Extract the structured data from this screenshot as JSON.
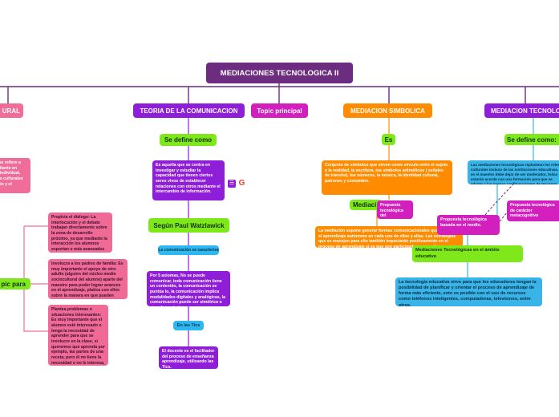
{
  "root": "MEDIACIONES TECNOLOGICA II",
  "branches": {
    "cultural_header": "URAL",
    "teoria_header": "TEORIA DE LA COMUNICACION",
    "topic_principal": "Topic principal",
    "simbolica_header": "MEDIACION SIMBOLICA",
    "tecnologica_header": "MEDIACION TECNOLOGI"
  },
  "left": {
    "text_1": "o se refiere a\nesitante en\nla individual,\nces culturales\nción y el",
    "topic_para": "pic para",
    "card_1": "Propicia el diálogo: La interlocución y el debate trabajan directamente sobre la zona de desarrollo próximo, ya que mediante la interacción los alumnos exportan o más avanzados comparten sus conocimientos con sus compañeros.",
    "card_2": "Involucra a los padres de familia: Es muy importante el apoyo de otro adulto (alguien del núcleo medio sociocultural del alumno) aparte del maestro para poder lograr avances en el aprendizaje, platica con ellos sobre la manera en que pueden proveer las \"ayudas\" a sus hijos, para que en sus apartes sean de un beneficio mayor.",
    "card_3": "Plantea problemas o situaciones interesantes: Es muy importante que el alumno esté interesado o tenga la necesidad de aprender para que se involucre en la clase, si queremos que aprenda por ejemplo, las partes de una receta, pero él no tiene la necesidad o no le interesa, va a ser muy difícil lograr que participe activamente."
  },
  "teoria": {
    "se_define": "Se define como",
    "definition": "Es aquella que se centra en investigar y estudiar la capacidad que tienen ciertos seres vivos de establecer relaciones con otros mediante el intercambio de información.",
    "segun": "Según Paul Watzlawick",
    "caracteriza": "La comunicación se caracteriza",
    "axiomas": "Por 5 axiomas, No se puede comunicar, toda comunicación tiene un contenido, la comunicación se puntúa lo, la comunicación implica modalidades digitales y analógicas, la comunicación puede ser simétrica o complementaria.",
    "en_tics": "En las Tics",
    "docente": "El docente es el facilitador del proceso de enseñanza aprendizaje, utilizando las Tics."
  },
  "simbolica": {
    "es": "Es",
    "definition": "Conjunto de símbolos que sirven como vínculo entre el sujeto y la realidad, la escritura, los símbolos aritméticos ( señales de tránsito), los números, la música, la identidad cultural, patrones y costumbre.",
    "mediacion_label": "Mediaci",
    "propuesta_1": "Propuesta tecnológica del aprendizaje.",
    "mediacion_text": "La mediación supone generar formas comunicacionales que permitan el aprendizaje autónomo en cada uno de ellos y ellas. Las estrategias que se manejen para ello también impactarán positivamente en el proceso de aprendizaje si es que son participativas o creativas."
  },
  "tecnologica": {
    "se_define": "Se define como:",
    "definition": "Las mediaciones tecnológicas replantean los roles culturales incluso de las instituciones educativas, es el maestro debe dejar de ser moderador, todas estarán acorde con una formación para que se adapte a las nuevas configuraciones de recursos educativos (Martín Barbero).",
    "propuesta_2": "Propuesta tecnológica basada en el medio.",
    "propuesta_3": "Propuesta tecnológica de carácter metacognitivo",
    "ambito": "Mediaciones Tecnológicas en el ámbito educativo",
    "ambito_text": "La tecnología educativa sirve para que los educadores tengan la posibilidad de planificar y orientar el proceso de aprendizaje de forma más eficiente, esto es posible con el uso de recursos como teléfonos inteligentes, computadoras, televisores, entre otros."
  },
  "icons": [
    "note-icon",
    "google-icon"
  ],
  "colors": {
    "root": "#6c2c7f",
    "purple": "#8e1ed8",
    "orange": "#ff8c00",
    "pink": "#f06d9a",
    "green": "#7ee81b",
    "blue": "#2cb8f0",
    "magenta": "#d41fbf"
  }
}
